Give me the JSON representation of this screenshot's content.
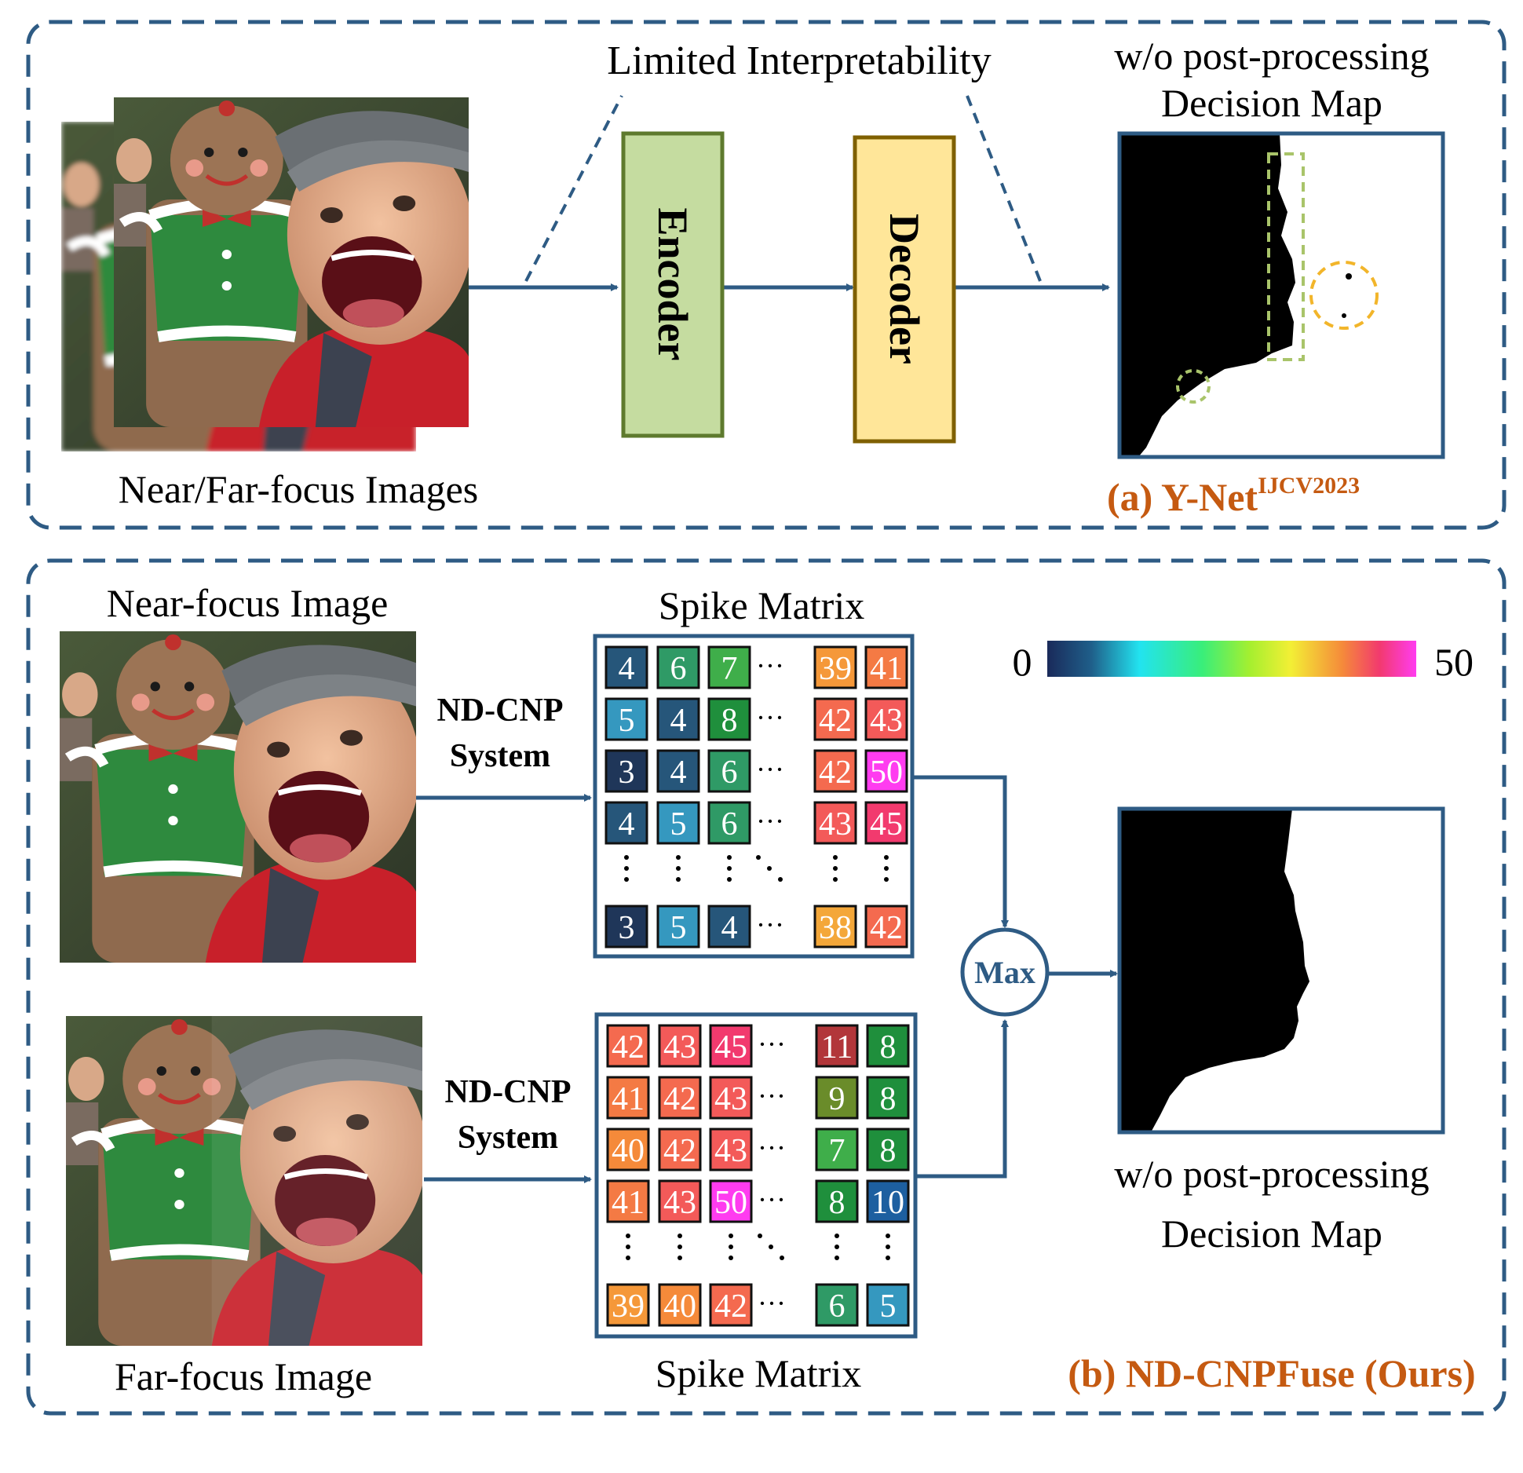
{
  "panel_a": {
    "limited_label": "Limited Interpretability",
    "encoder_label": "Encoder",
    "decoder_label": "Decoder",
    "output_label_line1": "w/o post-processing",
    "output_label_line2": "Decision Map",
    "input_label": "Near/Far-focus Images",
    "caption_prefix": "(a) Y-Net",
    "caption_sup": "IJCV2023"
  },
  "panel_b": {
    "near_label": "Near-focus Image",
    "far_label": "Far-focus Image",
    "system_line1": "ND-CNP",
    "system_line2": "System",
    "spike_matrix_label": "Spike Matrix",
    "max_label": "Max",
    "colorbar_min": "0",
    "colorbar_max": "50",
    "output_label_line1": "w/o post-processing",
    "output_label_line2": "Decision Map",
    "caption": "(b) ND-CNPFuse (Ours)"
  },
  "colors": {
    "accent": "#2e5b84",
    "caption": "#c55a11",
    "encoder_fill": "#c5dca0",
    "encoder_stroke": "#5e7a2e",
    "decoder_fill": "#ffe699",
    "decoder_stroke": "#7f6000"
  },
  "matrix_top": {
    "rows": [
      [
        "4",
        "6",
        "7",
        "39",
        "41"
      ],
      [
        "5",
        "4",
        "8",
        "42",
        "43"
      ],
      [
        "3",
        "4",
        "6",
        "42",
        "50"
      ],
      [
        "4",
        "5",
        "6",
        "43",
        "45"
      ],
      [
        "3",
        "5",
        "4",
        "38",
        "42"
      ]
    ]
  },
  "matrix_bottom": {
    "rows": [
      [
        "42",
        "43",
        "45",
        "11",
        "8"
      ],
      [
        "41",
        "42",
        "43",
        "9",
        "8"
      ],
      [
        "40",
        "42",
        "43",
        "7",
        "8"
      ],
      [
        "41",
        "43",
        "50",
        "8",
        "10"
      ],
      [
        "39",
        "40",
        "42",
        "6",
        "5"
      ]
    ]
  }
}
